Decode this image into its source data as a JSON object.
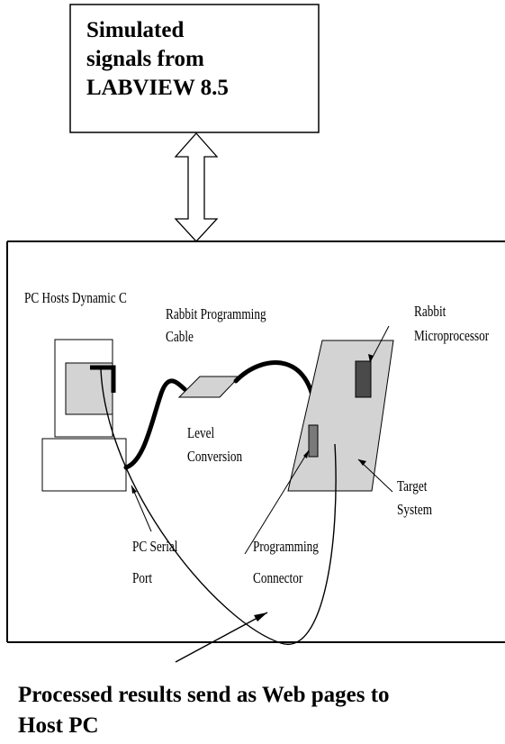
{
  "top_box": {
    "lines": [
      "Simulated",
      "signals from",
      "LABVIEW 8.5"
    ]
  },
  "labels": {
    "pc_host": "PC Hosts Dynamic C",
    "cable": [
      "Rabbit Programming",
      "Cable"
    ],
    "level": [
      "Level",
      "Conversion"
    ],
    "rabbit_micro": [
      "Rabbit",
      "Microprocessor"
    ],
    "target": [
      "Target",
      "System"
    ],
    "serial_port": [
      "PC Serial",
      "Port"
    ],
    "prog_connector": [
      "Programming",
      "Connector"
    ]
  },
  "bottom_caption": [
    "Processed results send as Web pages to",
    "Host PC"
  ],
  "colors": {
    "board": "#d3d3d3",
    "chip": "#4a4a4a",
    "connector": "#7a7a7a",
    "line": "#000000"
  }
}
